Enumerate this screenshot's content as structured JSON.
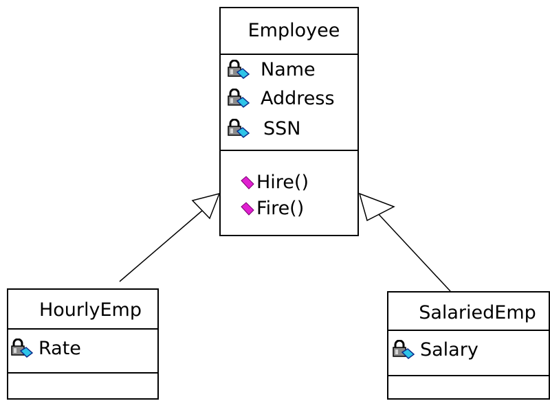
{
  "classes": {
    "employee": {
      "name": "Employee",
      "attributes": [
        "Name",
        "Address",
        "SSN"
      ],
      "operations": [
        "Hire()",
        "Fire()"
      ]
    },
    "hourly": {
      "name": "HourlyEmp",
      "attributes": [
        "Rate"
      ],
      "operations": []
    },
    "salaried": {
      "name": "SalariedEmp",
      "attributes": [
        "Salary"
      ],
      "operations": []
    }
  },
  "relationships": [
    {
      "type": "generalization",
      "from": "HourlyEmp",
      "to": "Employee"
    },
    {
      "type": "generalization",
      "from": "SalariedEmp",
      "to": "Employee"
    }
  ],
  "icons": {
    "attribute": "private-attribute-lock-icon",
    "operation": "public-operation-diamond-icon"
  },
  "colors": {
    "lock_body": "#8a8a8a",
    "lock_key": "#2ec4e8",
    "operation": "#e020d0"
  }
}
